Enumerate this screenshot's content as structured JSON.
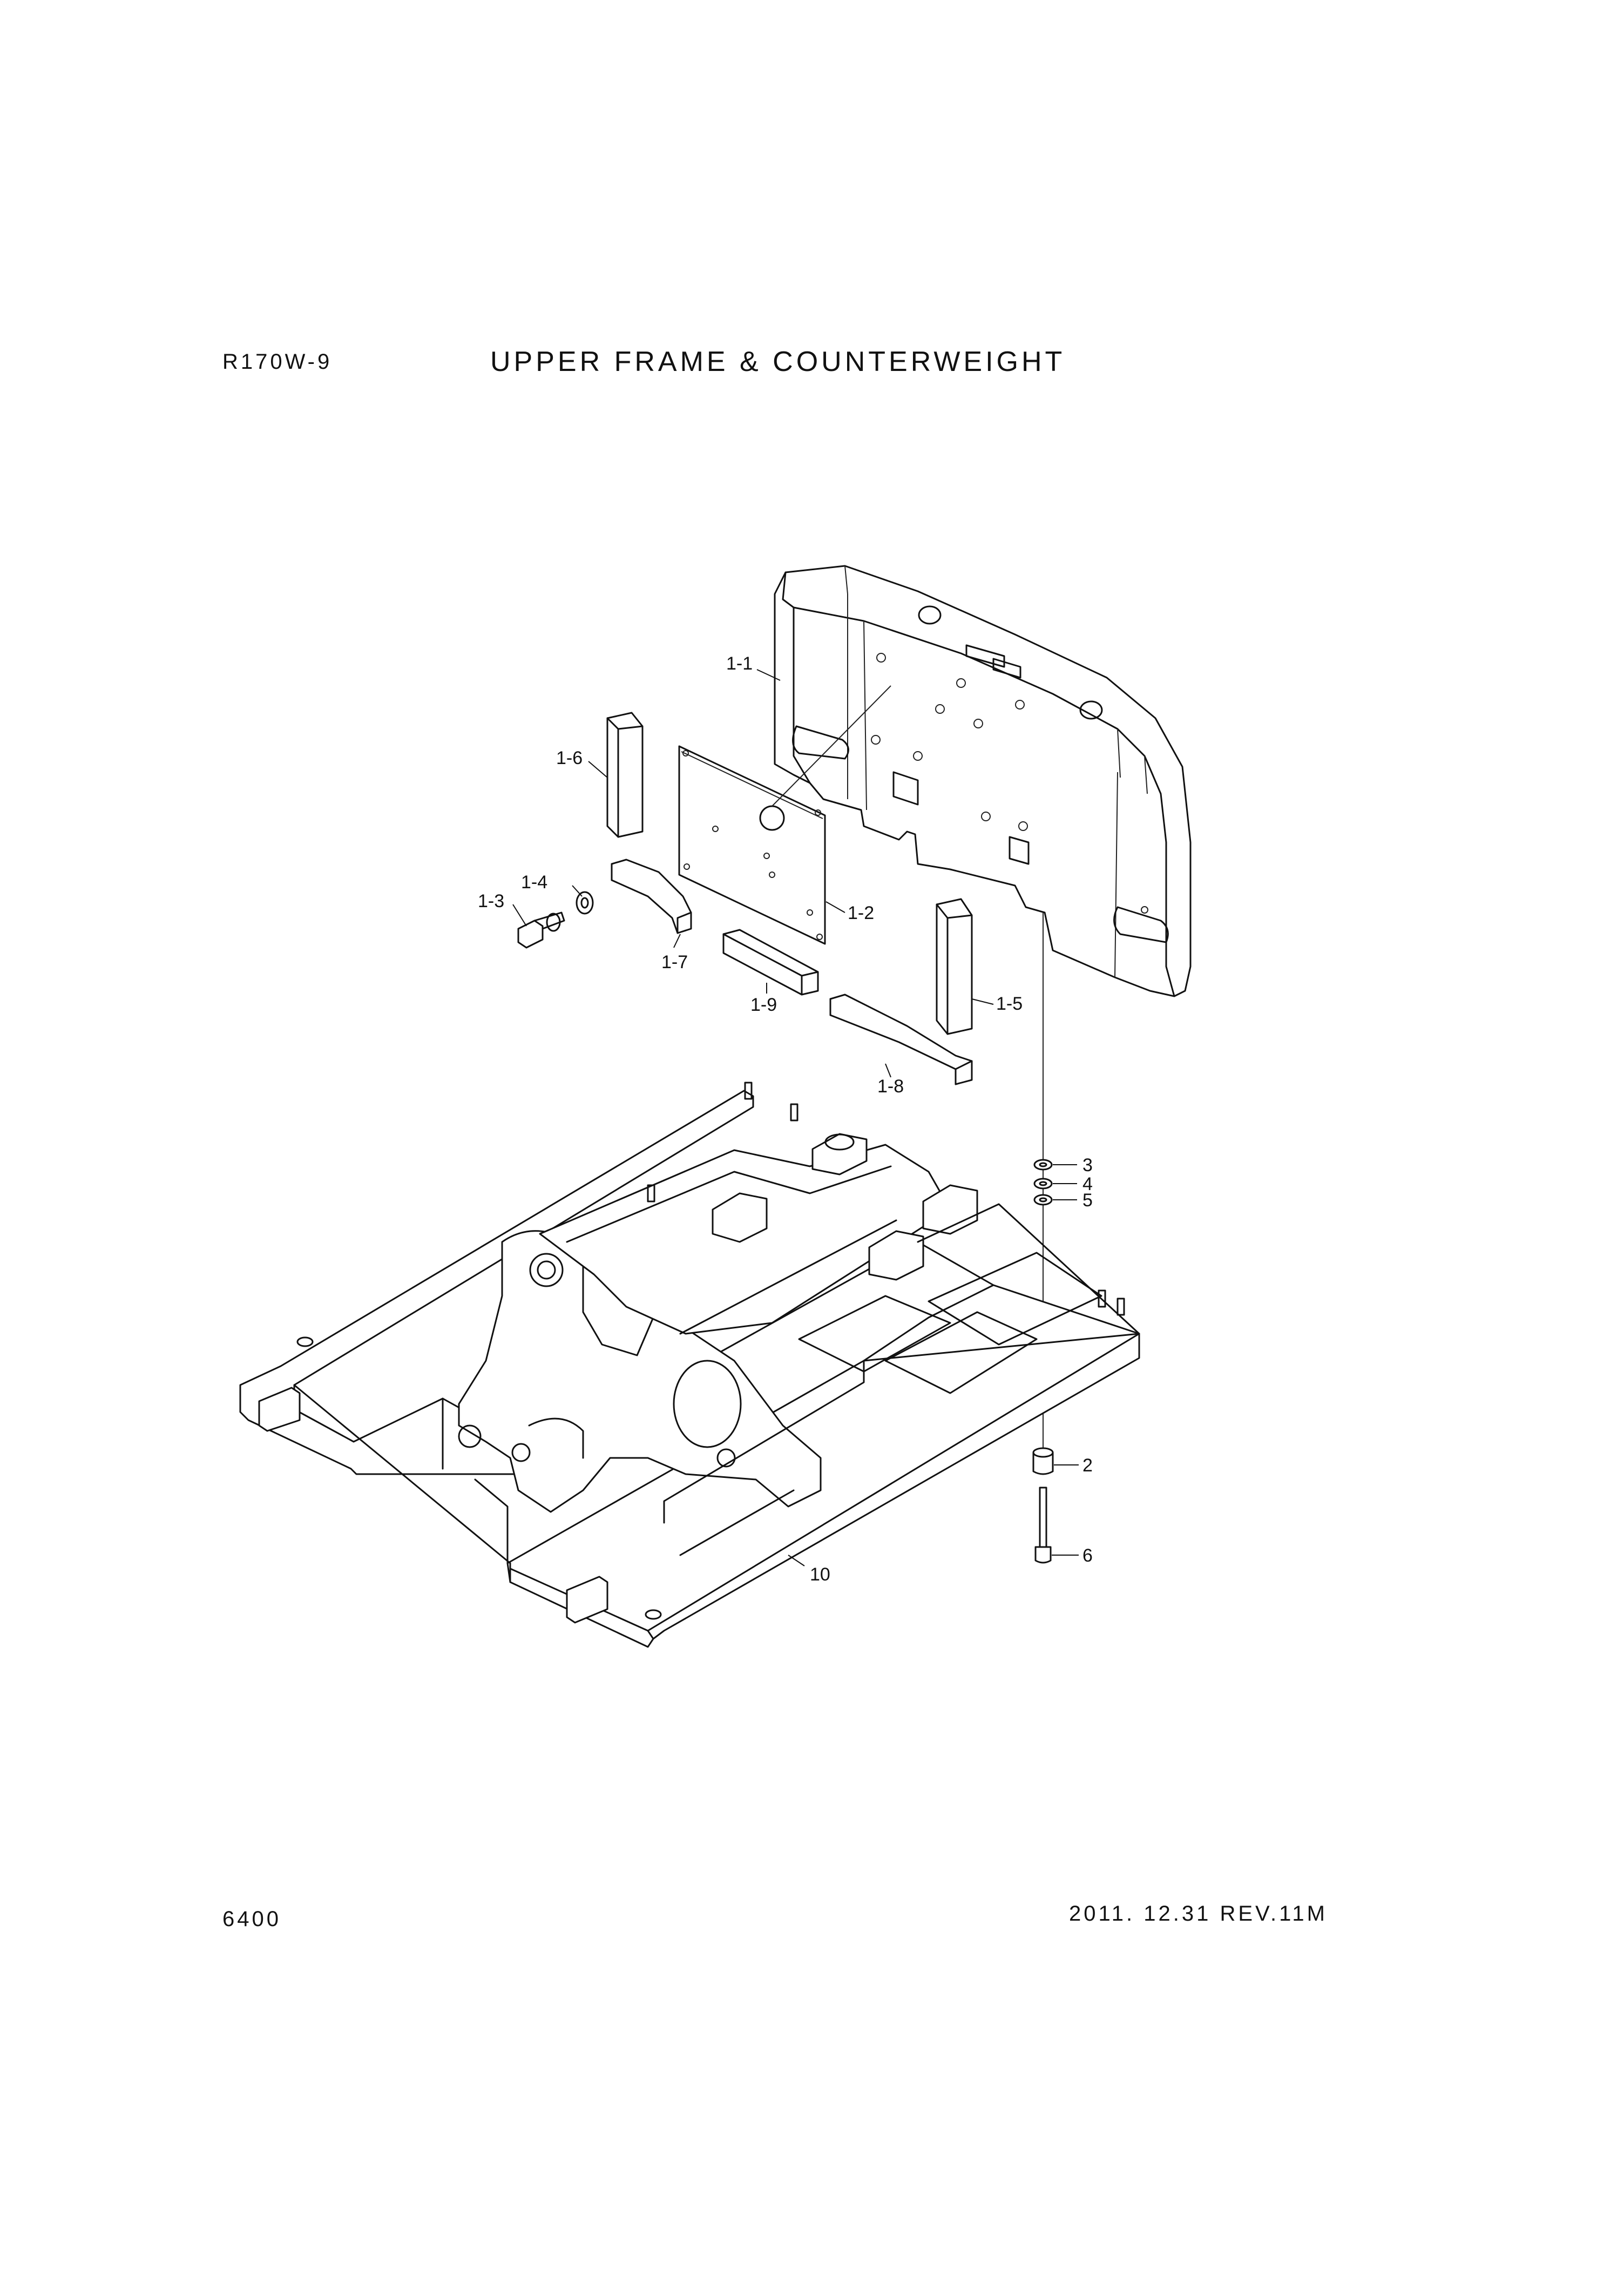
{
  "header": {
    "model": "R170W-9",
    "title": "UPPER FRAME & COUNTERWEIGHT"
  },
  "footer": {
    "page_number": "6400",
    "revision": "2011. 12.31  REV.11M"
  },
  "callouts": {
    "c1_1": "1-1",
    "c1_2": "1-2",
    "c1_3": "1-3",
    "c1_4": "1-4",
    "c1_5": "1-5",
    "c1_6": "1-6",
    "c1_7": "1-7",
    "c1_8": "1-8",
    "c1_9": "1-9",
    "c2": "2",
    "c3": "3",
    "c4": "4",
    "c5": "5",
    "c6": "6",
    "c10": "10"
  }
}
